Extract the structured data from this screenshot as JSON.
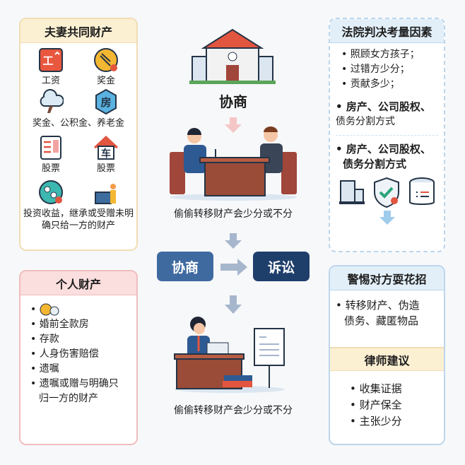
{
  "joint_property": {
    "title": "夫妻共同财产",
    "items": [
      {
        "label": "工资",
        "icon": "salary-icon"
      },
      {
        "label": "奖金",
        "icon": "bonus-icon"
      },
      {
        "label": "奖金、公积金、养老金",
        "icon": "cloud-tree-icon"
      },
      {
        "label": "",
        "icon": "house-gear-icon",
        "glyph": "房"
      },
      {
        "label": "股票",
        "icon": "document-icon"
      },
      {
        "label": "股票",
        "icon": "car-house-icon",
        "glyph": "车"
      },
      {
        "label": "投资收益，继承或受赠未明确只给一方的财产",
        "icon": "investment-icon"
      }
    ],
    "icon_text": "工"
  },
  "personal_property": {
    "title": "个人财产",
    "items": [
      "婚前全款房",
      "存款",
      "人身伤害赔偿",
      "遗嘱",
      "遗嘱或赠与明确只归一方的财产"
    ]
  },
  "center": {
    "top_label": "协商",
    "caption1": "偷偷转移财产会少分或不分",
    "box1": "协商",
    "box2": "诉讼",
    "caption2": "偷偷转移财产会少分或不分"
  },
  "court_factors": {
    "title": "法院判决考量因素",
    "items": [
      "照顾女方孩子；",
      "过错方少分；",
      "贡献多少；"
    ],
    "bold1_a": "房产、公司股权、",
    "bold1_b": "债务分割方式",
    "bold2_a": "房产、公司股权、",
    "bold2_b": "债务分割方式"
  },
  "warning": {
    "title": "警惕对方耍花招",
    "text_a": "转移财产、伪造",
    "text_b": "债务、藏匿物品"
  },
  "lawyer_advice": {
    "title": "律师建议",
    "items": [
      "收集证据",
      "财产保全",
      "主张少分"
    ]
  },
  "colors": {
    "negotiate": "#3f6aa0",
    "litigate": "#1f3f6b",
    "accent_red": "#e2553f"
  }
}
